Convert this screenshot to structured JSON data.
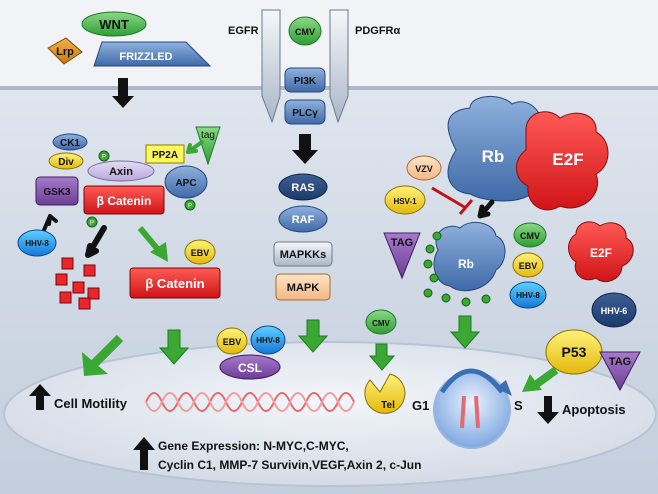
{
  "membrane": {
    "left_receptor": "EGFR",
    "right_receptor": "PDGFRα"
  },
  "wnt_pathway": {
    "wnt": "WNT",
    "lrp": "Lrp",
    "frizzled": "FRIZZLED",
    "ck1": "CK1",
    "div": "Div",
    "axin": "Axin",
    "gsk3": "GSK3",
    "apc": "APC",
    "pp2a": "PP2A",
    "tag_small": "tag",
    "beta_catenin_complex": "β Catenin",
    "beta_catenin_free": "β Catenin",
    "hhv8": "HHV-8",
    "ebv": "EBV",
    "p_label": "P"
  },
  "receptor_pathway": {
    "cmv": "CMV",
    "pi3k": "PI3K",
    "plcy": "PLCγ",
    "ras": "RAS",
    "raf": "RAF",
    "mapkks": "MAPKKs",
    "mapk": "MAPK"
  },
  "rb_pathway": {
    "rb_large": "Rb",
    "e2f_large": "E2F",
    "vzv": "VZV",
    "hsv1": "HSV-1",
    "tag": "TAG",
    "rb_small": "Rb",
    "cmv": "CMV",
    "ebv": "EBV",
    "hhv8": "HHV-8",
    "e2f_small": "E2F"
  },
  "nucleus": {
    "cell_motility": "Cell Motility",
    "gene_expression_line1": "Gene Expression: N-MYC,C-MYC,",
    "gene_expression_line2": "Cyclin C1, MMP-7 Survivin,VEGF,Axin  2, c-Jun",
    "ebv": "EBV",
    "hhv8": "HHV-8",
    "csl": "CSL",
    "cmv": "CMV",
    "tel": "Tel",
    "g1": "G1",
    "s": "S",
    "apoptosis": "Apoptosis",
    "p53": "P53",
    "hhv6": "HHV-6",
    "tag": "TAG"
  },
  "colors": {
    "green_arrow": "#3aa832",
    "blue_protein": "#5b86c0",
    "red_protein": "#e8262b",
    "yellow": "#f3d21a"
  }
}
